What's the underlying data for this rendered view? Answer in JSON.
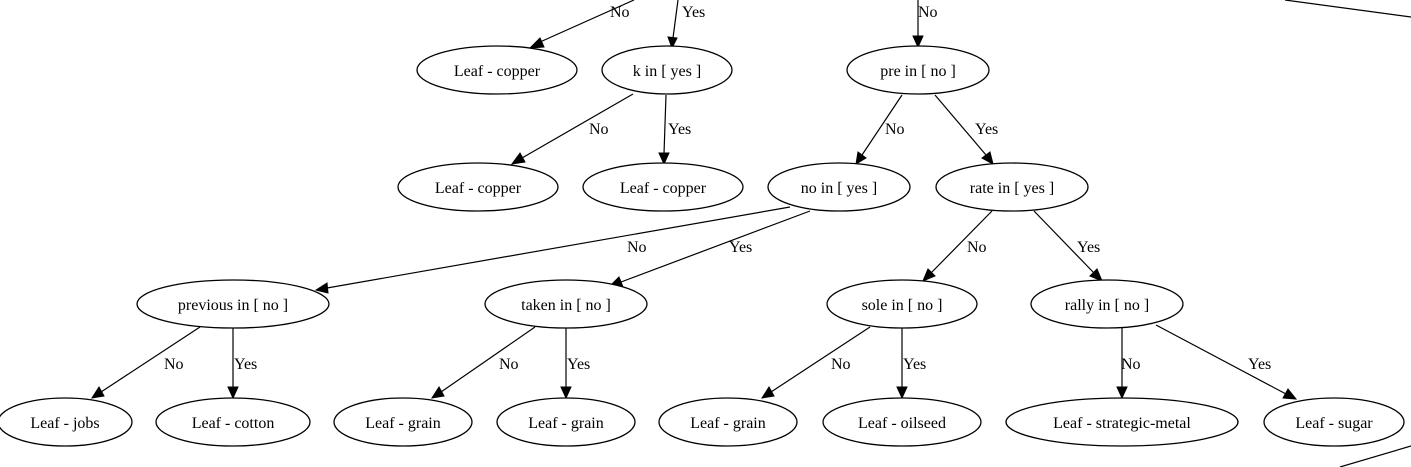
{
  "nodes": {
    "leaf_copper_a": "Leaf - copper",
    "k_in_yes": "k in [ yes ]",
    "pre_in_no": "pre in [ no ]",
    "leaf_copper_b": "Leaf - copper",
    "leaf_copper_c": "Leaf - copper",
    "no_in_yes": "no in [ yes ]",
    "rate_in_yes": "rate in [ yes ]",
    "previous_in_no": "previous in [ no ]",
    "taken_in_no": "taken in [ no ]",
    "sole_in_no": "sole in [ no ]",
    "rally_in_no": "rally in [ no ]",
    "leaf_jobs": "Leaf - jobs",
    "leaf_cotton": "Leaf - cotton",
    "leaf_grain_a": "Leaf - grain",
    "leaf_grain_b": "Leaf - grain",
    "leaf_grain_c": "Leaf - grain",
    "leaf_oilseed": "Leaf - oilseed",
    "leaf_strategic_metal": "Leaf - strategic-metal",
    "leaf_sugar": "Leaf - sugar"
  },
  "edges": {
    "top_to_leaf_copper_a": "No",
    "top_to_k_in": "Yes",
    "top_to_pre_in": "No",
    "k_to_leaf_copper_b": "No",
    "k_to_leaf_copper_c": "Yes",
    "pre_to_no_in": "No",
    "pre_to_rate_in": "Yes",
    "no_in_to_previous": "No",
    "no_in_to_taken": "Yes",
    "rate_to_sole": "No",
    "rate_to_rally": "Yes",
    "previous_to_jobs": "No",
    "previous_to_cotton": "Yes",
    "taken_to_grain_a": "No",
    "taken_to_grain_b": "Yes",
    "sole_to_grain_c": "No",
    "sole_to_oilseed": "Yes",
    "rally_to_strategic_metal": "No",
    "rally_to_sugar": "Yes"
  }
}
